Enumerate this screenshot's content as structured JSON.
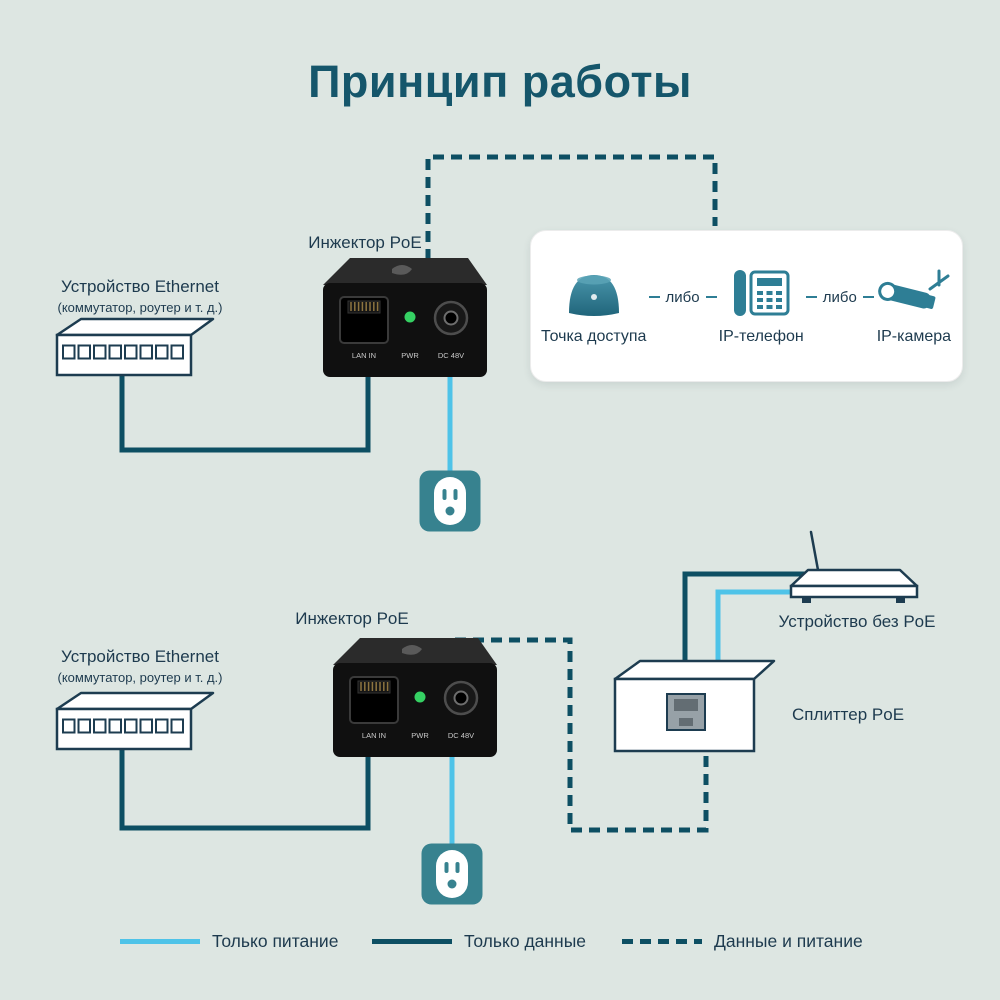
{
  "title": "Принцип работы",
  "colors": {
    "background": "#dde6e2",
    "title": "#15566b",
    "label": "#1d3a4e",
    "power_line": "#4ec3e8",
    "data_line": "#0d4f63",
    "icon_teal": "#2e7e95",
    "outlet_teal": "#37828f"
  },
  "top_diagram": {
    "source_device": {
      "label": "Устройство Ethernet",
      "sublabel": "(коммутатор, роутер и т. д.)"
    },
    "injector": {
      "label": "Инжектор PoE",
      "lan_port_label": "LAN IN",
      "led_label": "PWR",
      "dc_label": "DC 48V"
    },
    "powered_devices": {
      "or_label": "либо",
      "items": [
        {
          "label": "Точка доступа"
        },
        {
          "label": "IP-телефон"
        },
        {
          "label": "IP-камера"
        }
      ]
    }
  },
  "bottom_diagram": {
    "source_device": {
      "label": "Устройство Ethernet",
      "sublabel": "(коммутатор, роутер и т. д.)"
    },
    "injector": {
      "label": "Инжектор PoE",
      "lan_port_label": "LAN IN",
      "led_label": "PWR",
      "dc_label": "DC 48V"
    },
    "splitter": {
      "label": "Сплиттер PoE"
    },
    "non_poe_device": {
      "label": "Устройство без PoE"
    }
  },
  "legend": {
    "items": [
      {
        "label": "Только питание",
        "type": "power"
      },
      {
        "label": "Только данные",
        "type": "data"
      },
      {
        "label": "Данные и питание",
        "type": "data_power"
      }
    ]
  }
}
